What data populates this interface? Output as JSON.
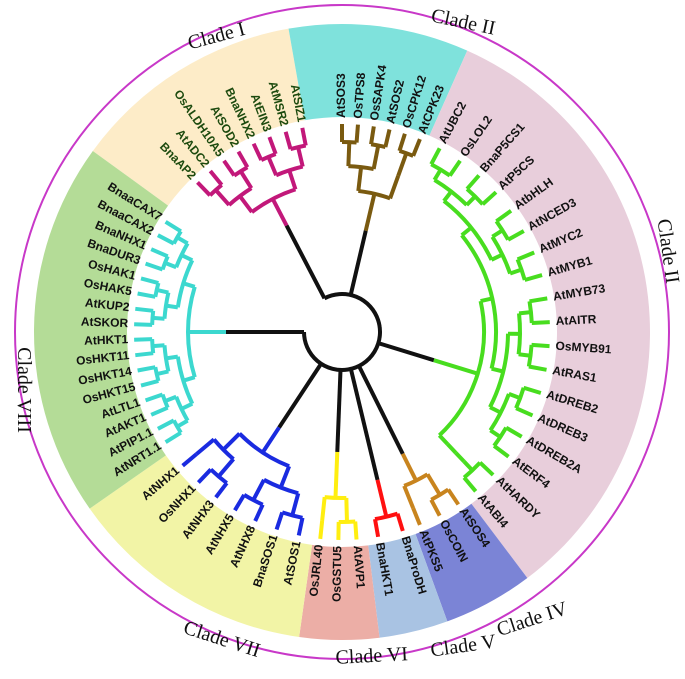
{
  "diagram": {
    "type": "circular-phylogenetic-tree",
    "clades": [
      {
        "id": "I",
        "label": "Clade I",
        "band": "#fdecc8",
        "branch": "#c2187a",
        "leaves": [
          "BnaAP2",
          "AtADC2",
          "OsALDH10A5",
          "AtSOD2",
          "BnaNHX2",
          "AtEIN3",
          "AtMSR2",
          "AtSIZ1"
        ]
      },
      {
        "id": "II-top",
        "label": "Clade II",
        "band": "#7fe2dc",
        "branch": "#7a5a10",
        "leaves": [
          "AtSOS3",
          "OsTPS8",
          "OsSAPK4",
          "AtSOS2",
          "OsCPK12",
          "AtCPK23"
        ]
      },
      {
        "id": "II-right",
        "label": "Clade II",
        "band": "#e8cedb",
        "branch": "#48dd1f",
        "leaves": [
          "AtUBC2",
          "OsLOL2",
          "BnaP5CS1",
          "AtP5CS",
          "AtbHLH",
          "AtNCED3",
          "AtMYC2",
          "AtMYB1",
          "AtMYB73",
          "AtAITR",
          "OsMYB91",
          "AtRAS1",
          "AtDREB2",
          "AtDREB3",
          "AtDREB2A",
          "AtERF4",
          "AtHARDY",
          "AtABI4"
        ]
      },
      {
        "id": "IV",
        "label": "Clade IV",
        "band": "#7b84d6",
        "branch": "#c8841e",
        "leaves": [
          "AtSOS4",
          "OsCOIN",
          "AtPKS5"
        ]
      },
      {
        "id": "V",
        "label": "Clade V",
        "band": "#a9c3e3",
        "branch": "#ff1010",
        "leaves": [
          "BnaProDH",
          "BnaHKT1"
        ]
      },
      {
        "id": "VI",
        "label": "Clade VI",
        "band": "#ecaea6",
        "branch": "#ffee10",
        "leaves": [
          "AtAVP1",
          "OsGSTU5",
          "OsJRL40"
        ]
      },
      {
        "id": "VII",
        "label": "Clade VII",
        "band": "#f2f4a6",
        "branch": "#1a2be0",
        "leaves": [
          "AtSOS1",
          "BnaSOS1",
          "AtNHX8",
          "AtNHX5",
          "AtNHX3",
          "OsNHX1",
          "AtNHX1"
        ]
      },
      {
        "id": "VIII",
        "label": "Clade VIII",
        "band": "#b4dc97",
        "branch": "#3cd8cf",
        "leaves": [
          "AtNRT1.1",
          "AtPIP1.1",
          "AtAKT1",
          "AtLTL1",
          "OsHKT15",
          "OsHKT14",
          "OsHKT11",
          "AtHKT1",
          "AtSKOR",
          "AtKUP2",
          "OsHAK5",
          "OsHAK1",
          "BnaDUR3",
          "BnaNHX1",
          "BnaaCAX2",
          "BnaaCAX7"
        ]
      }
    ],
    "ring_color": "#c838c8",
    "root_color": "#111111"
  }
}
